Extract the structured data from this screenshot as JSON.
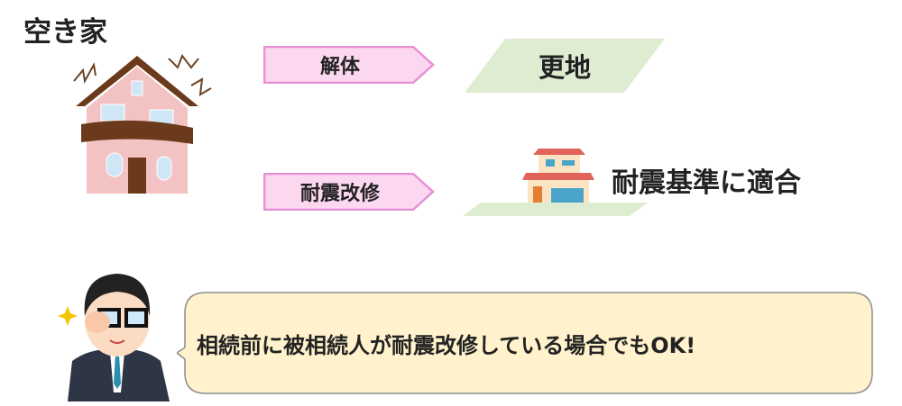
{
  "title": "空き家",
  "paths": [
    {
      "action": "解体",
      "result": "更地"
    },
    {
      "action": "耐震改修",
      "result": "耐震基準に適合"
    }
  ],
  "speech": "相続前に被相続人が耐震改修している場合でもOK!",
  "colors": {
    "arrow_fill": "#fcd7f0",
    "arrow_border": "#e88fd4",
    "land": "#deedd2",
    "bubble_fill": "#fff2cc",
    "bubble_border": "#8c8c8c"
  }
}
